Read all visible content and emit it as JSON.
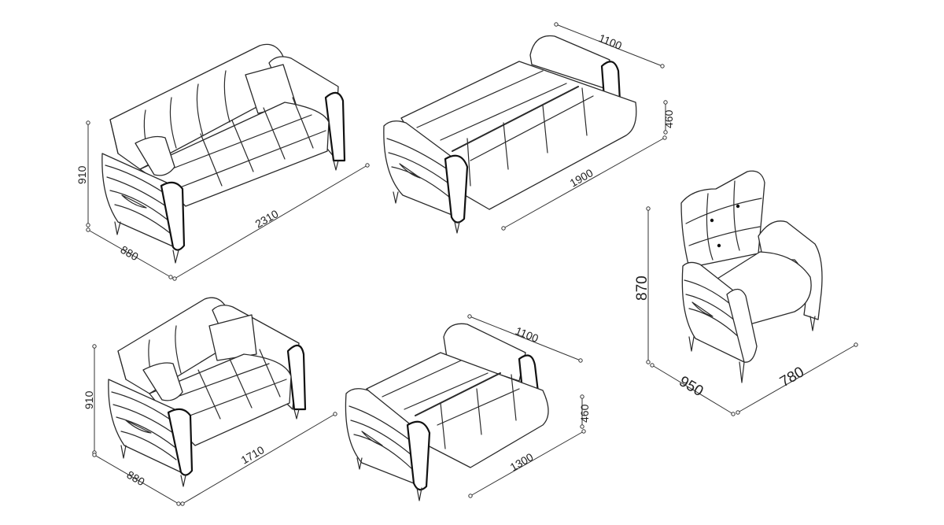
{
  "dimensions": {
    "sofa_large": {
      "length": "2310",
      "depth": "880",
      "height": "910"
    },
    "sofa_large_bed": {
      "length": "1900",
      "depth": "1100",
      "seat_height": "460"
    },
    "sofa_small": {
      "length": "1710",
      "depth": "880",
      "height": "910"
    },
    "sofa_small_bed": {
      "length": "1300",
      "depth": "1100",
      "seat_height": "460"
    },
    "armchair": {
      "width": "780",
      "depth": "950",
      "height": "870"
    }
  },
  "colors": {
    "line": "#2a2a2a",
    "background": "#ffffff"
  }
}
